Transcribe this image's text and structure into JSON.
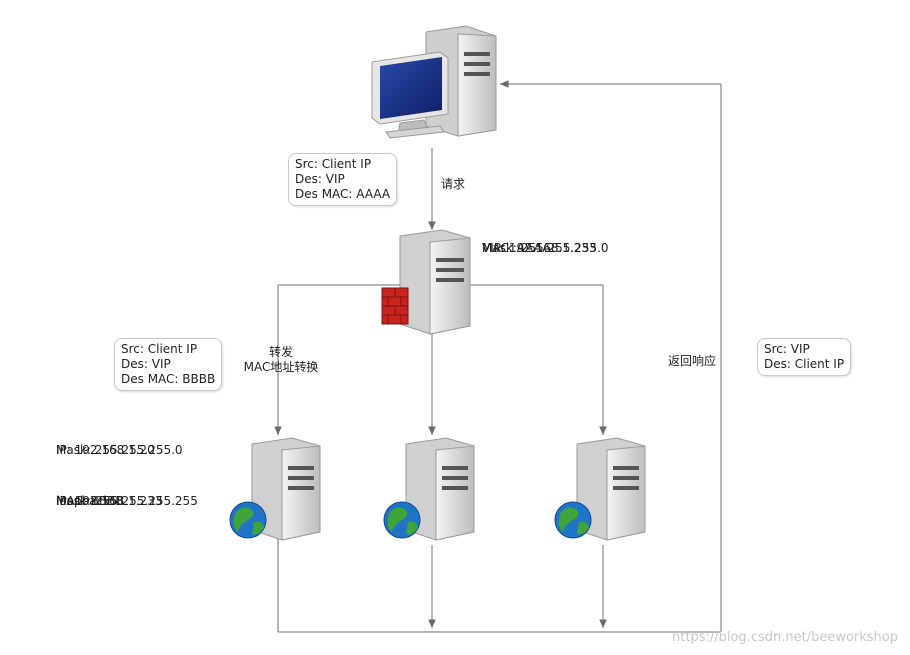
{
  "client": {
    "request_label": "请求",
    "request_packet": [
      "Src: Client IP",
      "Des: VIP",
      "Des MAC: AAAA"
    ]
  },
  "director": {
    "info": [
      "VIP: 192.168.1.233",
      "Mask: 255.255.255.0",
      "MAC: AAAA"
    ]
  },
  "forward": {
    "label": [
      "转发",
      "MAC地址转换"
    ],
    "packet": [
      "Src: Client IP",
      "Des: VIP",
      "Des MAC: BBBB"
    ]
  },
  "realserver1": {
    "ip": [
      "IP: 192.168.1.20",
      "Mask: 255.255.255.0"
    ],
    "loopback": [
      "loopback",
      "IP: 192.168.1.233",
      "Mask: 255.255.255.255",
      "MAC: BBBB"
    ]
  },
  "response": {
    "label": "返回响应",
    "packet": [
      "Src: VIP",
      "Des: Client IP"
    ]
  },
  "watermark": "https://blog.csdn.net/beeworkshop"
}
